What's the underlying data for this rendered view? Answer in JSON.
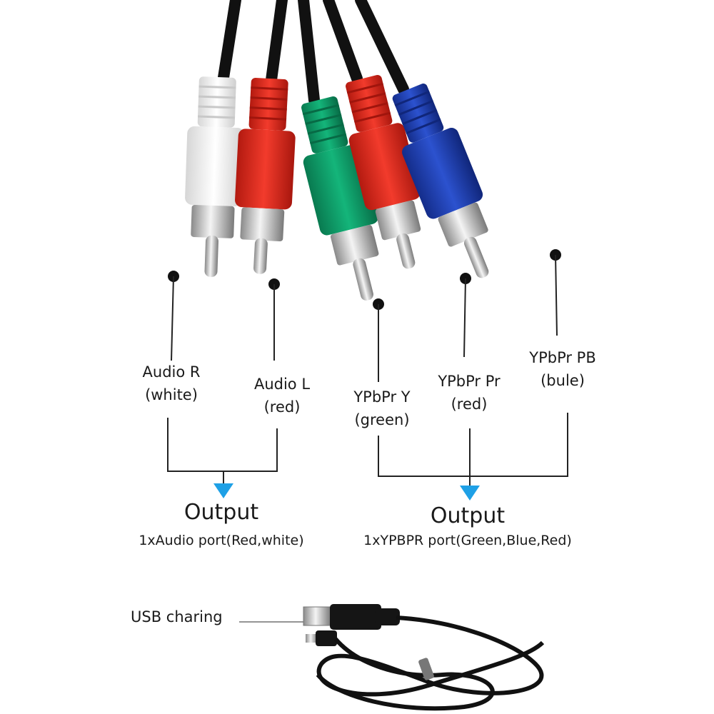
{
  "colors": {
    "plug_white": "#f2f2f2",
    "plug_red": "#e02a1c",
    "plug_green": "#0f9f6a",
    "plug_blue": "#1e3fb0",
    "cable": "#111111",
    "arrow": "#1ea0e6",
    "line": "#222222"
  },
  "connectors": [
    {
      "id": "audio-r",
      "line1": "Audio R",
      "line2": "(white)",
      "color": "white"
    },
    {
      "id": "audio-l",
      "line1": "Audio L",
      "line2": "(red)",
      "color": "red"
    },
    {
      "id": "ypbpr-y",
      "line1": "YPbPr Y",
      "line2": "(green)",
      "color": "green"
    },
    {
      "id": "ypbpr-pr",
      "line1": "YPbPr Pr",
      "line2": "(red)",
      "color": "red"
    },
    {
      "id": "ypbpr-pb",
      "line1": "YPbPr PB",
      "line2": "(bule)",
      "color": "blue"
    }
  ],
  "outputs": [
    {
      "id": "audio",
      "title": "Output",
      "subtitle": "1xAudio port(Red,white)"
    },
    {
      "id": "video",
      "title": "Output",
      "subtitle": "1xYPBPR port(Green,Blue,Red)"
    }
  ],
  "usb": {
    "label": "USB charing"
  }
}
